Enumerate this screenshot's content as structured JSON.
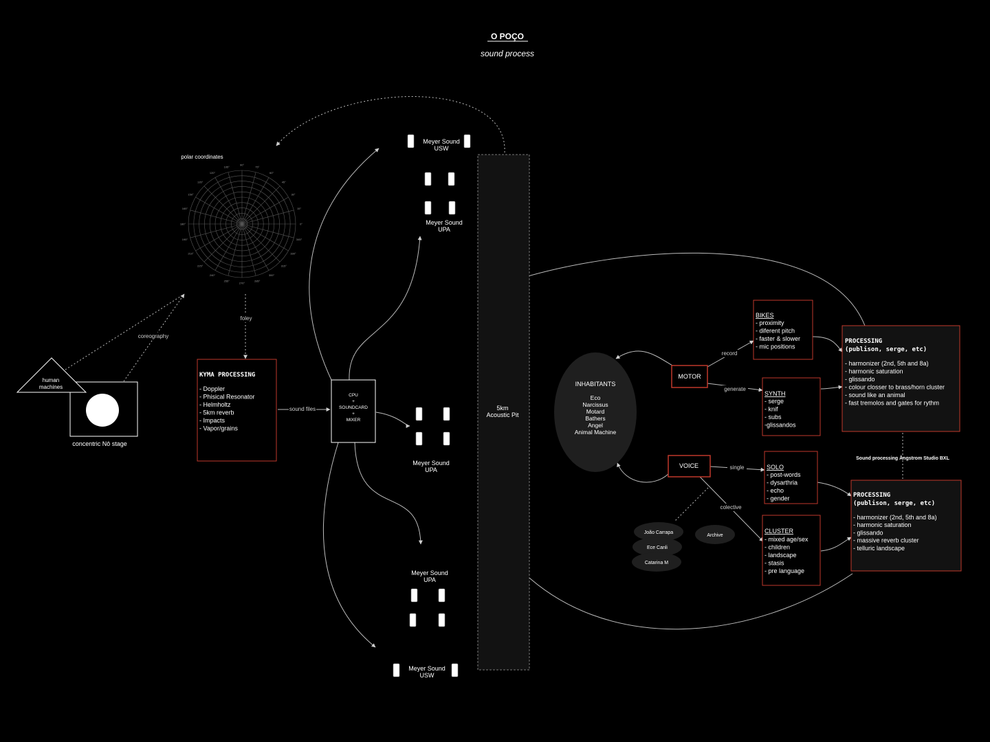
{
  "title": "O POÇO",
  "subtitle": "sound process",
  "polar": {
    "label": "polar coordinates",
    "angles": [
      "90°",
      "75°",
      "60°",
      "45°",
      "30°",
      "15°",
      "0°",
      "345°",
      "330°",
      "315°",
      "300°",
      "285°",
      "270°",
      "255°",
      "240°",
      "225°",
      "210°",
      "195°",
      "180°",
      "165°",
      "150°",
      "135°",
      "120°",
      "105°"
    ]
  },
  "stage": {
    "human_machines": "human\nmachines",
    "concentric": "concentric Nô stage",
    "coreography": "coreography",
    "foley": "foley"
  },
  "kyma": {
    "title": "KYMA  PROCESSING",
    "items": [
      "- Doppler",
      "- Phisical Resonator",
      "- Helmholtz",
      "- 5km  reverb",
      "-  Impacts",
      "-  Vapor/grains"
    ]
  },
  "sound_files": "sound files",
  "cpu": [
    "CPU",
    "+",
    "SOUNDCARD",
    "+",
    "MIXER"
  ],
  "speakers": {
    "usw_top": "Meyer  Sound\nUSW",
    "upa_top": "Meyer  Sound\nUPA",
    "upa_mid": "Meyer  Sound\nUPA",
    "upa_low": "Meyer  Sound\nUPA",
    "usw_bottom": "Meyer  Sound\nUSW"
  },
  "pit": "5km\nAcoustic Pit",
  "inhabitants": {
    "title": "INHABITANTS",
    "items": [
      "Eco",
      "Narcissus",
      "Motard",
      "Bathers",
      "Angel",
      "Animal  Machine"
    ]
  },
  "motor": "MOTOR",
  "voice": "VOICE",
  "edges": {
    "record": "record",
    "generate": "generate",
    "single": "single",
    "colective": "colective"
  },
  "bikes": {
    "title": "BIKES",
    "items": [
      "-  proximity",
      "-  diferent pitch",
      "-  faster & slower",
      "- mic positions"
    ]
  },
  "synth": {
    "title": "SYNTH",
    "items": [
      "-  serge",
      "-   knif",
      "-   subs",
      "-glissandos"
    ]
  },
  "solo": {
    "title": "SOLO",
    "items": [
      "-  post-words",
      "-  dysarthria",
      "-   echo",
      "- gender"
    ]
  },
  "cluster": {
    "title": "CLUSTER",
    "items": [
      "-  mixed age/sex",
      "-  children",
      "-  landscape",
      "-  stasis",
      "- pre language"
    ]
  },
  "processing_top": {
    "title": "PROCESSING\n(publison, serge, etc)",
    "items": [
      "- harmonizer (2nd, 5th and 8a)",
      "-  harmonic saturation",
      "- glissando",
      "- colour closser to brass/horn cluster",
      "- sound like an animal",
      "- fast tremolos and gates for rythm"
    ]
  },
  "processing_bottom": {
    "title": "PROCESSING\n(publison, serge, etc)",
    "items": [
      "- harmonizer (2nd, 5th and 8a)",
      "-  harmonic saturation",
      "- glissando",
      "- massive reverb cluster",
      "- telluric landscape"
    ]
  },
  "studio": "Sound processing Ångstrom Studio BXL",
  "people": [
    "João  Carrapa",
    "Ece  Canli",
    "Catarina  M"
  ],
  "archive": "Archive",
  "colors": {
    "background": "#000000",
    "box_red": "#c0392b",
    "pit": "#121212",
    "ellipse": "#1f1f1f"
  }
}
